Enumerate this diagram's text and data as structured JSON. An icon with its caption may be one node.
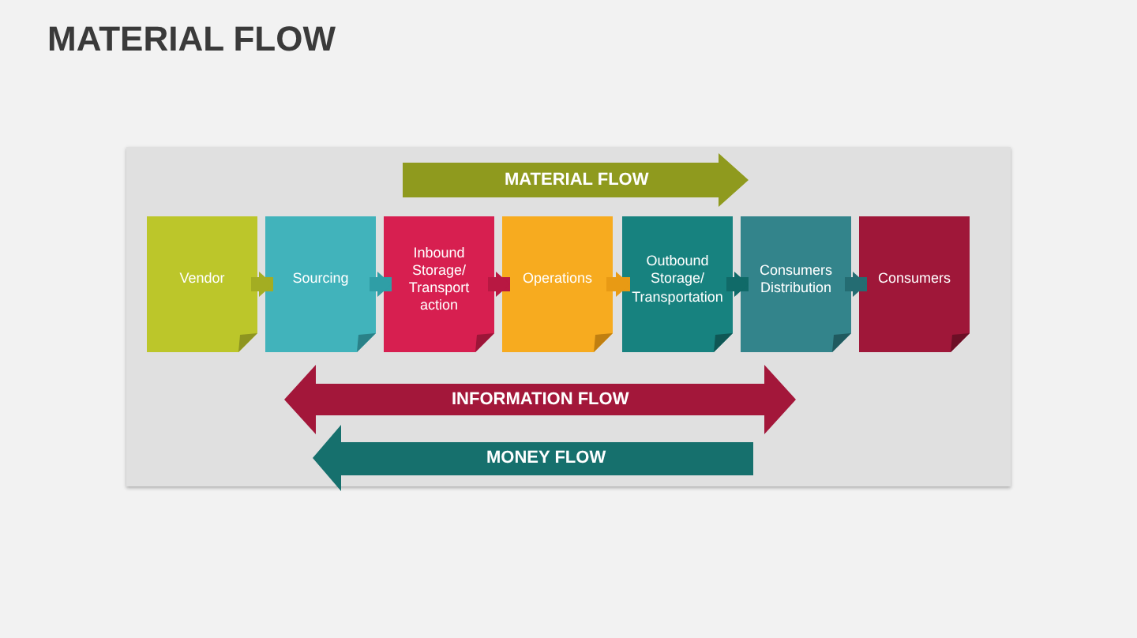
{
  "diagram": {
    "title": "MATERIAL FLOW",
    "nodes": [
      {
        "text": [
          "Vendor"
        ]
      },
      {
        "text": [
          "Sourcing"
        ]
      },
      {
        "text": [
          "Inbound Storage/ Transport action"
        ]
      },
      {
        "text": [
          "Operations"
        ]
      },
      {
        "text": [
          "Outbound Storage/ Transportation"
        ]
      },
      {
        "text": [
          "Consumers Distribution"
        ]
      },
      {
        "text": [
          "Consumers"
        ]
      }
    ],
    "edges": [
      {
        "from": 0,
        "to": 1,
        "arrow": "to",
        "color": "#a3ad22"
      },
      {
        "from": 1,
        "to": 2,
        "arrow": "to",
        "color": "#2f9ea6"
      },
      {
        "from": 2,
        "to": 3,
        "arrow": "to",
        "color": "#b81842"
      },
      {
        "from": 3,
        "to": 4,
        "arrow": "to",
        "color": "#e89a14"
      },
      {
        "from": 4,
        "to": 5,
        "arrow": "to",
        "color": "#106a68"
      },
      {
        "from": 5,
        "to": 6,
        "arrow": "to",
        "color": "#246c72"
      }
    ],
    "labels": [
      "MATERIAL FLOW",
      "INFORMATION FLOW",
      "MONEY FLOW"
    ]
  }
}
